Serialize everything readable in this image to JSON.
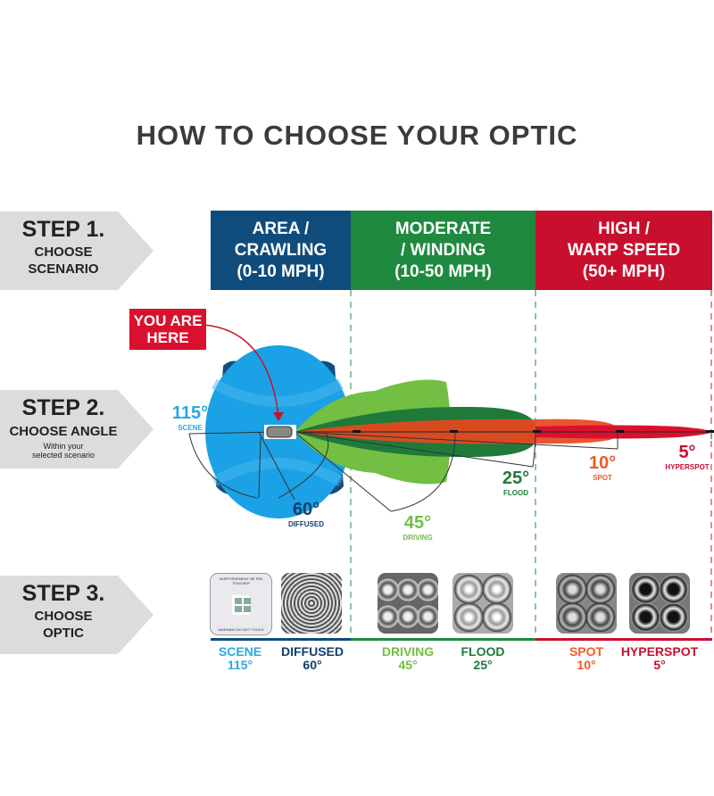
{
  "title": "HOW TO CHOOSE YOUR OPTIC",
  "steps": [
    {
      "heading": "STEP 1.",
      "line1": "CHOOSE",
      "line2": "SCENARIO"
    },
    {
      "heading": "STEP 2.",
      "line1": "CHOOSE ANGLE",
      "sub1": "Within your",
      "sub2": "selected scenario"
    },
    {
      "heading": "STEP 3.",
      "line1": "CHOOSE",
      "line2": "OPTIC"
    }
  ],
  "scenarios": [
    {
      "line1": "AREA /",
      "line2": "CRAWLING",
      "line3": "(0-10 MPH)",
      "color": "#0f4c7c"
    },
    {
      "line1": "MODERATE",
      "line2": "/ WINDING",
      "line3": "(10-50 MPH)",
      "color": "#1f8a3f"
    },
    {
      "line1": "HIGH /",
      "line2": "WARP SPEED",
      "line3": "(50+ MPH)",
      "color": "#c8102e"
    }
  ],
  "callout": {
    "line1": "YOU ARE",
    "line2": "HERE"
  },
  "beams": [
    {
      "angle": "115°",
      "name": "SCENE",
      "color": "#29a8e0"
    },
    {
      "angle": "60°",
      "name": "DIFFUSED",
      "color": "#123f6b"
    },
    {
      "angle": "45°",
      "name": "DRIVING",
      "color": "#72bf44"
    },
    {
      "angle": "25°",
      "name": "FLOOD",
      "color": "#1f7a3a"
    },
    {
      "angle": "10°",
      "name": "SPOT",
      "color": "#f05a28"
    },
    {
      "angle": "5°",
      "name": "HYPERSPOT",
      "color": "#c8102e"
    }
  ],
  "optics": [
    {
      "name": "SCENE",
      "angle": "115°",
      "color": "#29a8e0",
      "warning_top": "AVERTISSEMENT NE PAS TOUCHER",
      "warning_bottom": "WARNING DO NOT TOUCH"
    },
    {
      "name": "DIFFUSED",
      "angle": "60°",
      "color": "#123f6b"
    },
    {
      "name": "DRIVING",
      "angle": "45°",
      "color": "#72bf44"
    },
    {
      "name": "FLOOD",
      "angle": "25°",
      "color": "#1f7a3a"
    },
    {
      "name": "SPOT",
      "angle": "10°",
      "color": "#f05a28"
    },
    {
      "name": "HYPERSPOT",
      "angle": "5°",
      "color": "#c8102e"
    }
  ]
}
